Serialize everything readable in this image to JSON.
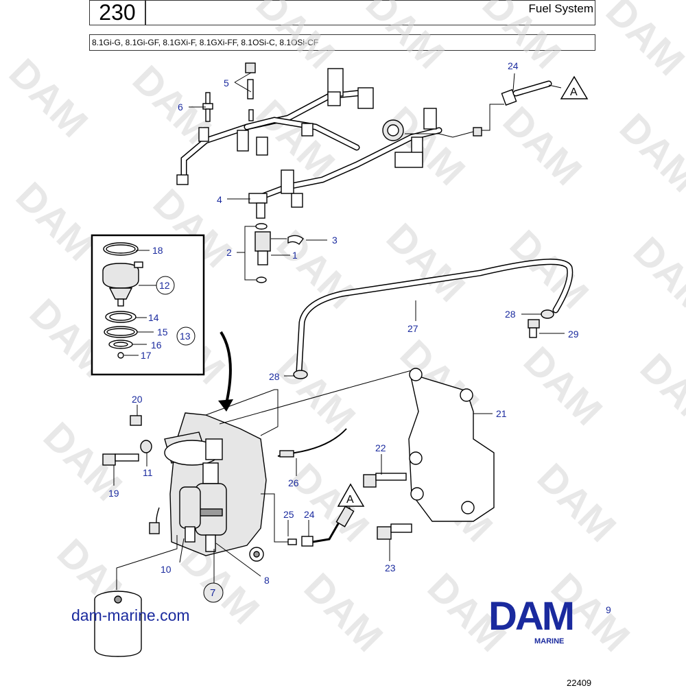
{
  "header": {
    "page_number": "230",
    "title": "Fuel System",
    "models": "8.1Gi-G, 8.1Gi-GF, 8.1GXi-F, 8.1GXi-FF, 8.1OSi-C, 8.1OSi-CF"
  },
  "callouts": {
    "c1": "1",
    "c2": "2",
    "c3": "3",
    "c4": "4",
    "c5": "5",
    "c6": "6",
    "c7": "7",
    "c8": "8",
    "c9": "9",
    "c10": "10",
    "c11": "11",
    "c12": "12",
    "c13": "13",
    "c14": "14",
    "c15": "15",
    "c16": "16",
    "c17": "17",
    "c18": "18",
    "c19": "19",
    "c20": "20",
    "c21": "21",
    "c22": "22",
    "c23": "23",
    "c24a": "24",
    "c24b": "24",
    "c25": "25",
    "c26": "26",
    "c27": "27",
    "c28a": "28",
    "c28b": "28",
    "c29": "29"
  },
  "connectors": {
    "a_top": "A",
    "a_bottom": "A"
  },
  "watermark_text": "DAM",
  "brand": {
    "logo": "DAM",
    "subtitle": "MARINE"
  },
  "website": "dam-marine.com",
  "drawing_number": "22409",
  "colors": {
    "callout": "#1a2a9e",
    "brand": "#1a2a9e",
    "watermark": "#d6d6d6"
  }
}
